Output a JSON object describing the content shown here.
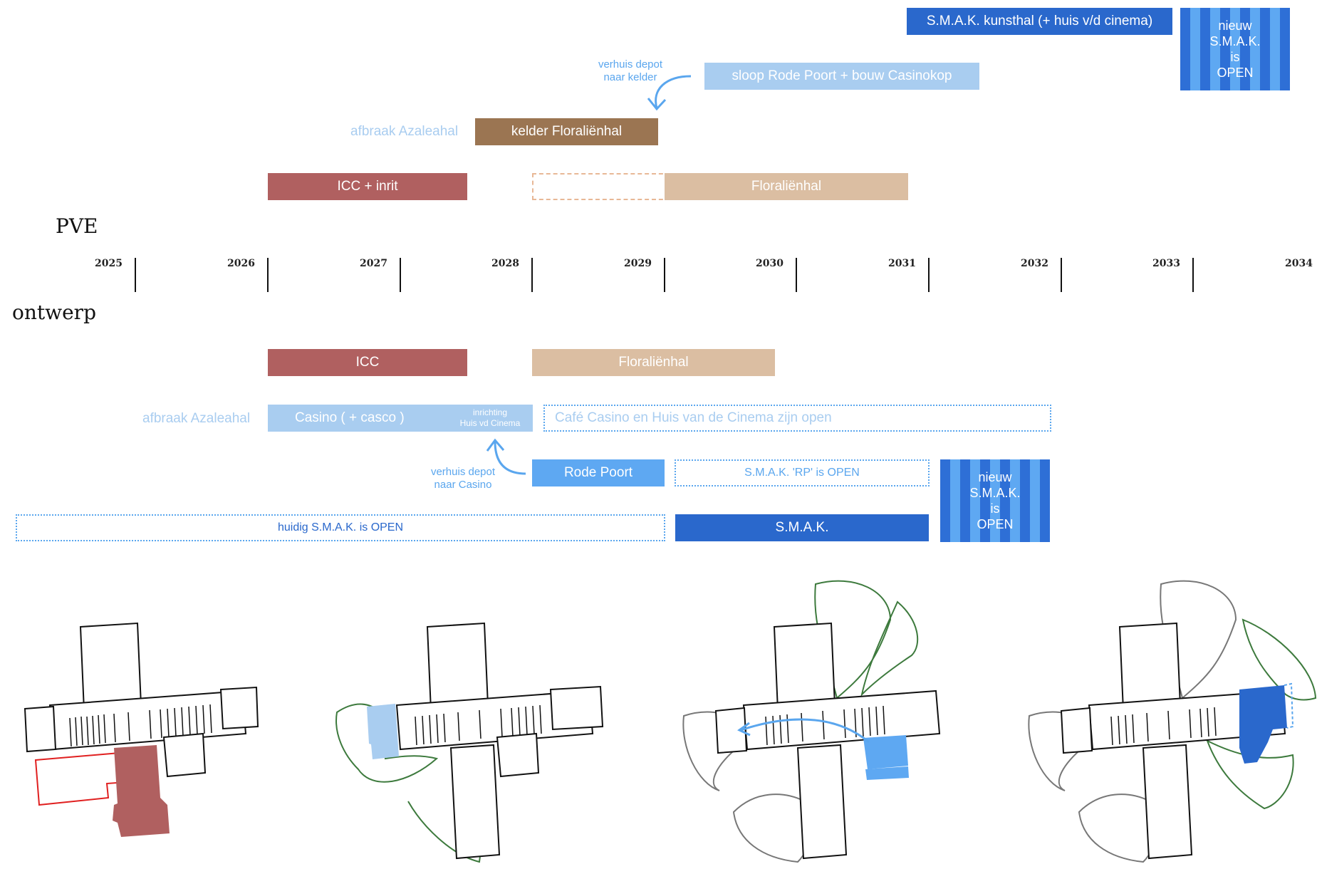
{
  "sections": {
    "pve": "PVE",
    "ontwerp": "ontwerp"
  },
  "timeline": {
    "years": [
      "2025",
      "2026",
      "2027",
      "2028",
      "2029",
      "2030",
      "2031",
      "2032",
      "2033",
      "2034"
    ]
  },
  "pve": {
    "smak_kunsthal": "S.M.A.K. kunsthal (+ huis v/d cinema)",
    "nieuw_smak_open": [
      "nieuw",
      "S.M.A.K.",
      "is",
      "OPEN"
    ],
    "sloop_rode_poort": "sloop Rode Poort + bouw Casinokop",
    "verhuis_depot_kelder": [
      "verhuis depot",
      "naar kelder"
    ],
    "afbraak_azaleahal": "afbraak Azaleahal",
    "kelder_floralienhal": "kelder Floraliënhal",
    "icc_inrit": "ICC + inrit",
    "floralienhal": "Floraliënhal"
  },
  "ontwerp": {
    "icc": "ICC",
    "floralienhal": "Floraliënhal",
    "afbraak_azaleahal": "afbraak Azaleahal",
    "casino": "Casino ( + casco )",
    "inrichting": [
      "inrichting",
      "Huis vd Cinema"
    ],
    "cafe_casino": "Café Casino en Huis van de Cinema zijn open",
    "verhuis_depot_casino": [
      "verhuis depot",
      "naar Casino"
    ],
    "rode_poort": "Rode Poort",
    "smak_rp_open": "S.M.A.K. 'RP' is OPEN",
    "nieuw_smak_open": [
      "nieuw",
      "S.M.A.K.",
      "is",
      "OPEN"
    ],
    "huidig_smak_open": "huidig S.M.A.K. is OPEN",
    "smak": "S.M.A.K."
  },
  "colors": {
    "icc": "#b06060",
    "kelder": "#9b7552",
    "floralien": "#dbbea2",
    "casino": "#a9cdf0",
    "rode_poort": "#5ea8f2",
    "smak": "#2a68cc",
    "note": "#5aa6ee",
    "plan_red": "#e02020",
    "plan_green": "#3d7a3d"
  }
}
